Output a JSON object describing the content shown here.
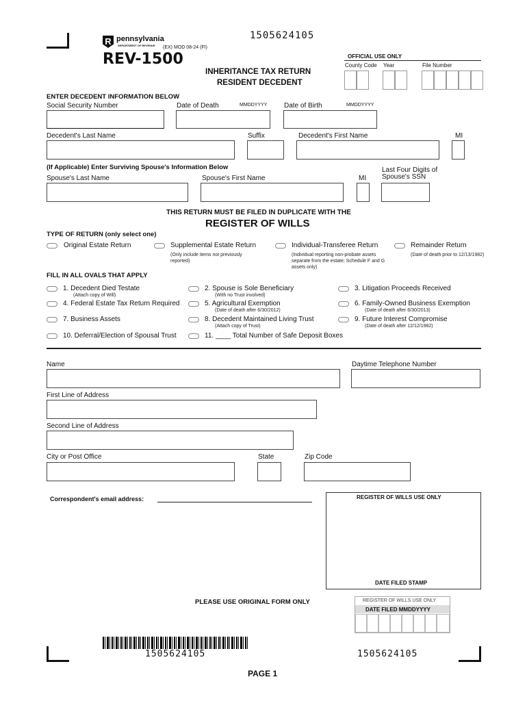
{
  "header": {
    "barcode_top": "1505624105",
    "state_name": "pennsylvania",
    "dept": "DEPARTMENT OF REVENUE",
    "revision": "(EX) MOD 08-24 (FI)",
    "form_number": "REV-1500",
    "title_line1": "INHERITANCE TAX RETURN",
    "title_line2": "RESIDENT DECEDENT",
    "official_use": "OFFICIAL USE ONLY",
    "county_code": "County Code",
    "year": "Year",
    "file_number": "File Number"
  },
  "decedent": {
    "section_title": "ENTER DECEDENT INFORMATION BELOW",
    "ssn_label": "Social Security Number",
    "dod_label": "Date of Death",
    "dod_format": "MMDDYYYY",
    "dob_label": "Date of Birth",
    "dob_format": "MMDDYYYY",
    "last_name_label": "Decedent's Last Name",
    "suffix_label": "Suffix",
    "first_name_label": "Decedent's First Name",
    "mi_label": "MI"
  },
  "spouse": {
    "section_title": "(If Applicable) Enter Surviving Spouse's Information Below",
    "last_name_label": "Spouse's Last Name",
    "first_name_label": "Spouse's First Name",
    "mi_label": "MI",
    "ssn_label_1": "Last Four Digits of",
    "ssn_label_2": "Spouse's SSN"
  },
  "filing": {
    "notice": "THIS RETURN MUST BE FILED IN DUPLICATE WITH THE",
    "register": "REGISTER OF WILLS"
  },
  "return_type": {
    "title": "TYPE OF RETURN (only select one)",
    "options": [
      {
        "label": "Original Estate Return",
        "note": ""
      },
      {
        "label": "Supplemental Estate Return",
        "note": "(Only include items not previously reported)"
      },
      {
        "label": "Individual-Transferee Return",
        "note": "(Individual reporting non-probate assets separate from the estate; Schedule F and G assets only)"
      },
      {
        "label": "Remainder Return",
        "note": "(Date of death prior to 12/13/1982)"
      }
    ]
  },
  "ovals": {
    "title": "FILL IN ALL OVALS THAT APPLY",
    "items": [
      {
        "label": "1.  Decedent Died Testate",
        "note": "(Attach copy of Will)"
      },
      {
        "label": "2.  Spouse is Sole Beneficiary",
        "note": "(With no Trust involved)"
      },
      {
        "label": "3.  Litigation Proceeds Received",
        "note": ""
      },
      {
        "label": "4.  Federal Estate Tax Return Required",
        "note": ""
      },
      {
        "label": "5.  Agricultural Exemption",
        "note": "(Date of death after 6/30/2012)"
      },
      {
        "label": "6.  Family-Owned Business Exemption",
        "note": "(Date of death after 6/30/2013)"
      },
      {
        "label": "7.  Business Assets",
        "note": ""
      },
      {
        "label": "8.  Decedent Maintained Living Trust",
        "note": "(Attach copy of Trust)"
      },
      {
        "label": "9.  Future Interest Compromise",
        "note": "(Date of death after 12/12/1982)"
      },
      {
        "label": "10. Deferral/Election of Spousal Trust",
        "note": ""
      },
      {
        "label": "11. ____ Total Number of Safe Deposit Boxes",
        "note": ""
      }
    ]
  },
  "correspondent": {
    "name_label": "Name",
    "phone_label": "Daytime Telephone Number",
    "address1_label": "First Line of Address",
    "address2_label": "Second Line of Address",
    "city_label": "City or Post Office",
    "state_label": "State",
    "zip_label": "Zip Code",
    "email_label": "Correspondent's email address:"
  },
  "register_box": {
    "title": "REGISTER OF WILLS USE ONLY",
    "stamp": "DATE FILED STAMP",
    "small_title": "REGISTER OF WILLS USE ONLY",
    "date_filed": "DATE FILED MMDDYYYY"
  },
  "footer": {
    "original_notice": "PLEASE USE ORIGINAL FORM ONLY",
    "barcode_number": "1505624105",
    "barcode_number_right": "1505624105",
    "page": "PAGE 1"
  }
}
